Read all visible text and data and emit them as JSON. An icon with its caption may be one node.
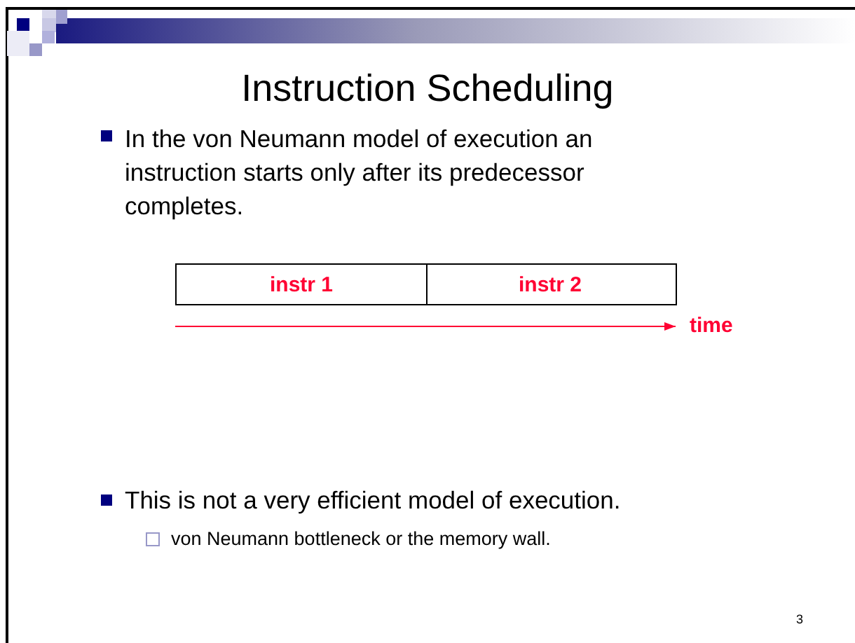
{
  "diagram": {
    "title": "Instruction Scheduling",
    "nodes": [
      {
        "text": [
          "instr 1"
        ]
      },
      {
        "text": [
          "instr 2"
        ]
      }
    ],
    "labels": [
      "In the von Neumann model of execution an instruction starts only after its predecessor completes.",
      "time",
      "This is not a very efficient model of execution.",
      "von Neumann bottleneck or the memory wall.",
      "3"
    ]
  }
}
